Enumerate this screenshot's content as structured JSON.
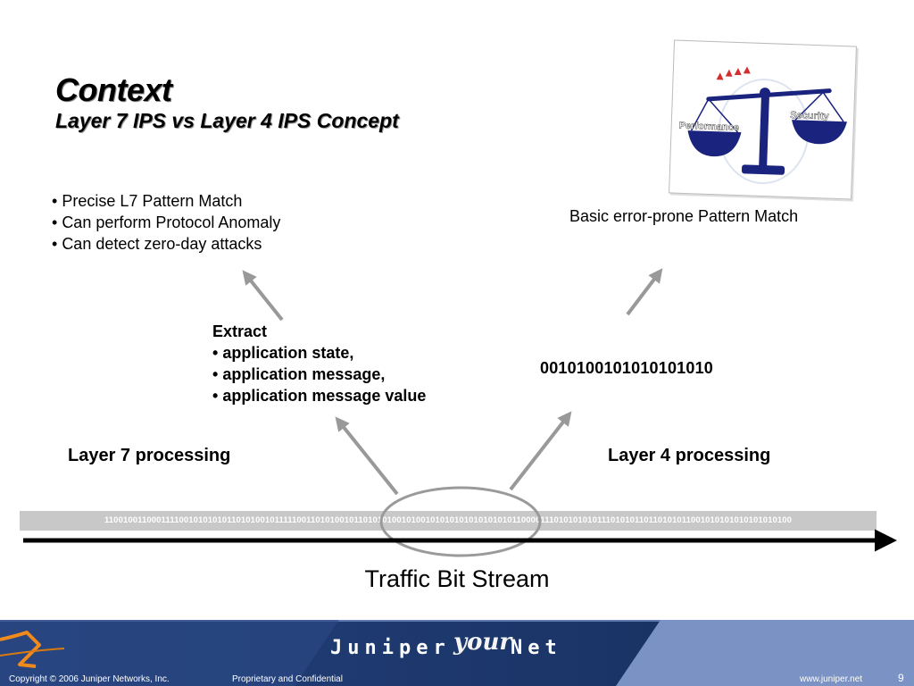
{
  "header": {
    "title": "Context",
    "subtitle": "Layer 7 IPS vs Layer 4 IPS Concept"
  },
  "scales_image": {
    "left_label": "Performance",
    "right_label": "Security"
  },
  "layer7": {
    "features": [
      "Precise L7 Pattern Match",
      "Can perform Protocol Anomaly",
      "Can detect zero-day attacks"
    ],
    "extract_title": "Extract",
    "extract_items": [
      "application state,",
      "application message,",
      "application message value"
    ],
    "processing_label": "Layer 7 processing"
  },
  "layer4": {
    "note": "Basic error-prone Pattern Match",
    "bit_sample": "0010100101010101010",
    "processing_label": "Layer 4 processing"
  },
  "stream": {
    "bits": "1100100110001111001010101011010100101111100110101001011010101001010010101010101010101011000011101010101011101010110110101011001010101010101010100",
    "label": "Traffic Bit Stream"
  },
  "footer": {
    "copyright": "Copyright © 2006 Juniper Networks, Inc.",
    "confidential": "Proprietary and Confidential",
    "brand_words": [
      "Juniper",
      "your",
      "Net"
    ],
    "website": "www.juniper.net",
    "page_number": "9"
  },
  "colors": {
    "scale_navy": "#1a237e",
    "arrow_gray": "#999999",
    "footer_navy": "#1b3a6e",
    "footer_light": "#7a92c4",
    "swoosh_orange": "#f08a1c"
  }
}
